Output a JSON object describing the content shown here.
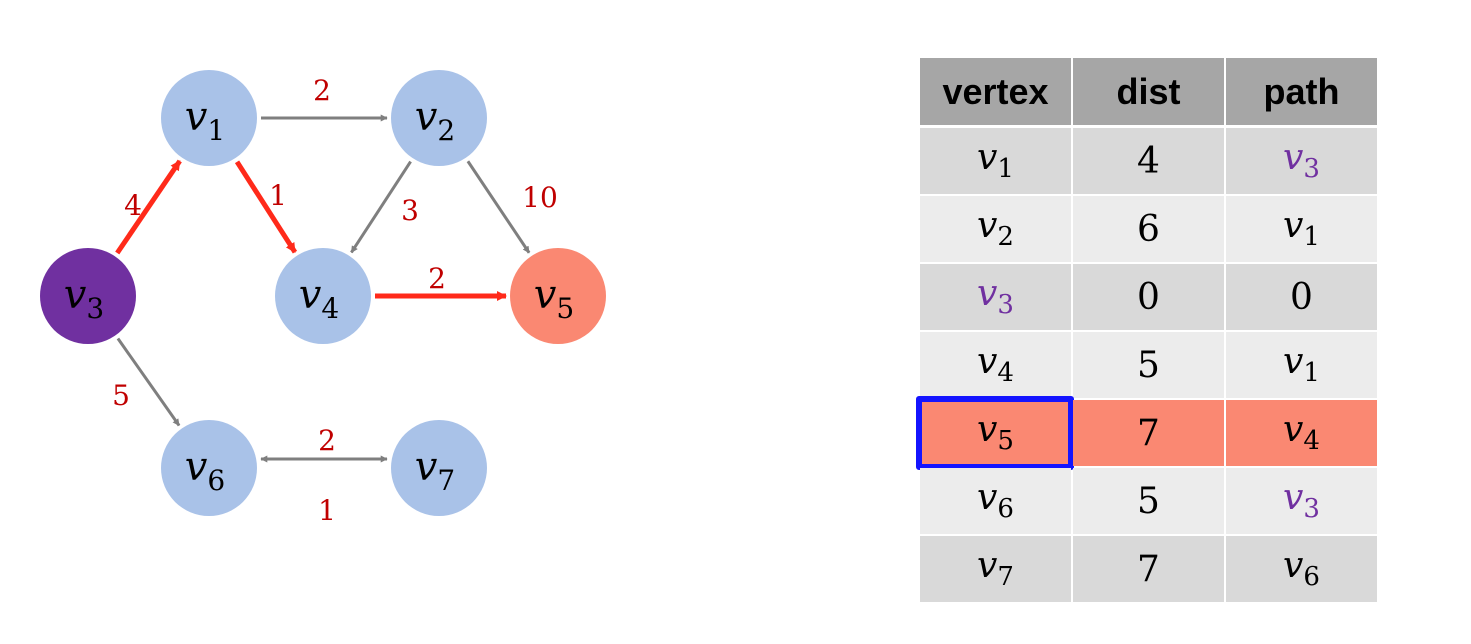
{
  "colors": {
    "node_default": "#a9c2e8",
    "node_source": "#7030a0",
    "node_target": "#fa8872",
    "edge_default": "#7f7f7f",
    "edge_highlight": "#ff2a1a",
    "weight_label": "#c00000",
    "table_header": "#a6a6a6",
    "row_highlight": "#fa8872",
    "selection_border": "#1414ff",
    "purple_text": "#7030a0"
  },
  "graph": {
    "nodes": [
      {
        "id": "v1",
        "base": "v",
        "sub": "1",
        "type": "default"
      },
      {
        "id": "v2",
        "base": "v",
        "sub": "2",
        "type": "default"
      },
      {
        "id": "v3",
        "base": "v",
        "sub": "3",
        "type": "source"
      },
      {
        "id": "v4",
        "base": "v",
        "sub": "4",
        "type": "default"
      },
      {
        "id": "v5",
        "base": "v",
        "sub": "5",
        "type": "target"
      },
      {
        "id": "v6",
        "base": "v",
        "sub": "6",
        "type": "default"
      },
      {
        "id": "v7",
        "base": "v",
        "sub": "7",
        "type": "default"
      }
    ],
    "edges": [
      {
        "from": "v1",
        "to": "v2",
        "weight": "2",
        "highlight": false
      },
      {
        "from": "v3",
        "to": "v1",
        "weight": "4",
        "highlight": true
      },
      {
        "from": "v1",
        "to": "v4",
        "weight": "1",
        "highlight": true
      },
      {
        "from": "v2",
        "to": "v4",
        "weight": "3",
        "highlight": false
      },
      {
        "from": "v2",
        "to": "v5",
        "weight": "10",
        "highlight": false
      },
      {
        "from": "v4",
        "to": "v5",
        "weight": "2",
        "highlight": true
      },
      {
        "from": "v3",
        "to": "v6",
        "weight": "5",
        "highlight": false
      },
      {
        "from": "v6",
        "to": "v7",
        "weight": "2",
        "highlight": false
      },
      {
        "from": "v7",
        "to": "v6",
        "weight": "1",
        "highlight": false
      }
    ]
  },
  "table": {
    "headers": {
      "vertex": "vertex",
      "dist": "dist",
      "path": "path"
    },
    "rows": [
      {
        "vertex": {
          "base": "v",
          "sub": "1"
        },
        "dist": "4",
        "path": {
          "base": "v",
          "sub": "3",
          "purple": true
        }
      },
      {
        "vertex": {
          "base": "v",
          "sub": "2"
        },
        "dist": "6",
        "path": {
          "base": "v",
          "sub": "1"
        }
      },
      {
        "vertex": {
          "base": "v",
          "sub": "3",
          "purple": true
        },
        "dist": "0",
        "path": {
          "text": "0"
        }
      },
      {
        "vertex": {
          "base": "v",
          "sub": "4"
        },
        "dist": "5",
        "path": {
          "base": "v",
          "sub": "1"
        }
      },
      {
        "vertex": {
          "base": "v",
          "sub": "5"
        },
        "dist": "7",
        "path": {
          "base": "v",
          "sub": "4"
        },
        "highlight": true,
        "selected": true
      },
      {
        "vertex": {
          "base": "v",
          "sub": "6"
        },
        "dist": "5",
        "path": {
          "base": "v",
          "sub": "3",
          "purple": true
        }
      },
      {
        "vertex": {
          "base": "v",
          "sub": "7"
        },
        "dist": "7",
        "path": {
          "base": "v",
          "sub": "6"
        }
      }
    ]
  }
}
